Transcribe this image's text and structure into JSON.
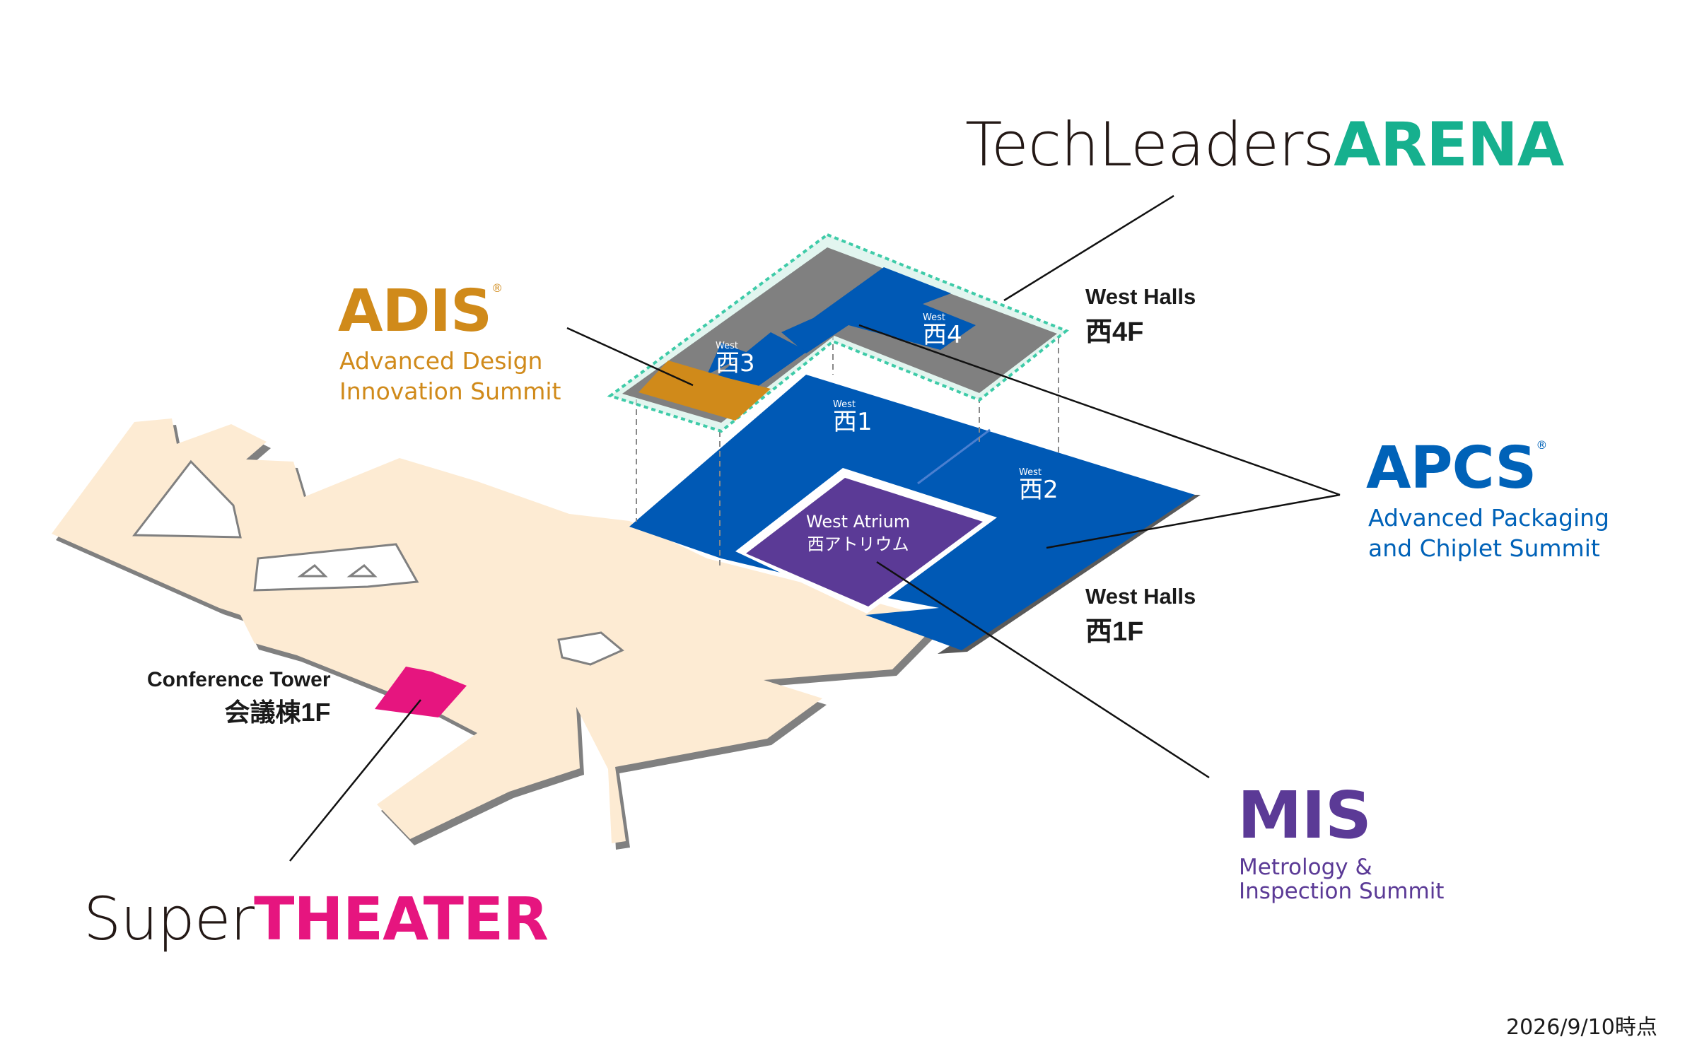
{
  "brands": {
    "arena": {
      "prefix": "TechLeaders",
      "name": "ARENA",
      "color": "#16b08e"
    },
    "adis": {
      "name": "ADIS",
      "reg": "®",
      "line1": "Advanced Design",
      "line2": "Innovation Summit",
      "color": "#d08a1a"
    },
    "apcs": {
      "name": "APCS",
      "reg": "®",
      "line1": "Advanced Packaging",
      "line2": "and Chiplet Summit",
      "color": "#0062b8"
    },
    "mis": {
      "name": "MIS",
      "line1": "Metrology &",
      "line2": "Inspection Summit",
      "color": "#5b3a96"
    },
    "theater": {
      "prefix": "Super",
      "name": "THEATER",
      "color": "#e6157f"
    }
  },
  "floors": {
    "west_4f": {
      "en": "West Halls",
      "jp": "西4F"
    },
    "west_1f": {
      "en": "West Halls",
      "jp": "西1F"
    },
    "conference": {
      "en": "Conference Tower",
      "jp": "会議棟1F"
    }
  },
  "halls": {
    "w1": {
      "small": "West",
      "big": "西1"
    },
    "w2": {
      "small": "West",
      "big": "西2"
    },
    "w3": {
      "small": "West",
      "big": "西3"
    },
    "w4": {
      "small": "West",
      "big": "西4"
    },
    "atrium": {
      "en": "West Atrium",
      "jp": "西アトリウム"
    }
  },
  "footer": {
    "date": "2026/9/10時点"
  },
  "colors": {
    "building": "#fdebd3",
    "building_shadow": "#7a7a7a",
    "hall_blue": "#0059b5",
    "atrium_purple": "#5b3a96",
    "gray_area": "#808080",
    "arena_dashed": "#3ecba8",
    "theater_pink": "#e6157f"
  }
}
